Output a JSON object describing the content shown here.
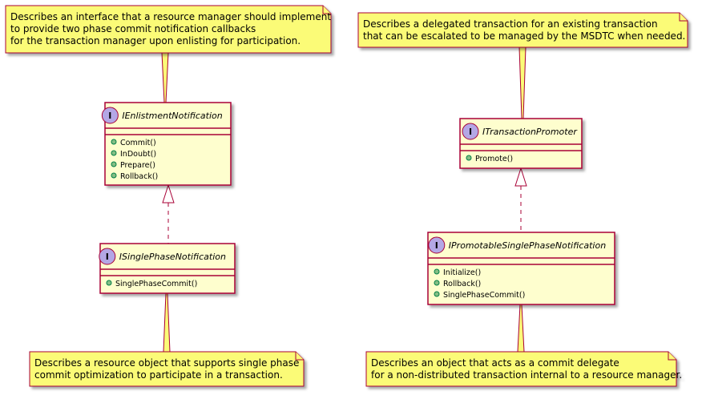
{
  "diagram": {
    "type": "uml-class-diagram",
    "colors": {
      "note_fill": "#FBFB77",
      "note_border": "#A80036",
      "class_fill": "#FEFECE",
      "class_border": "#A80036",
      "interface_badge": "#B4A7E5",
      "method_dot": "#84BE84",
      "link": "#A80036"
    },
    "interface_badge_letter": "I",
    "interfaces": [
      {
        "id": "ienlistment",
        "name": "IEnlistmentNotification",
        "methods": [
          "Commit()",
          "InDoubt()",
          "Prepare()",
          "Rollback()"
        ]
      },
      {
        "id": "isinglephase",
        "name": "ISinglePhaseNotification",
        "methods": [
          "SinglePhaseCommit()"
        ]
      },
      {
        "id": "ipromoter",
        "name": "ITransactionPromoter",
        "methods": [
          "Promote()"
        ]
      },
      {
        "id": "ipromotable",
        "name": "IPromotableSinglePhaseNotification",
        "methods": [
          "Initialize()",
          "Rollback()",
          "SinglePhaseCommit()"
        ]
      }
    ],
    "notes": [
      {
        "id": "note-ienlistment",
        "lines": [
          "Describes an interface that a resource manager should implement",
          "to provide two phase commit notification callbacks",
          "for the transaction manager upon enlisting for participation."
        ]
      },
      {
        "id": "note-ipromoter",
        "lines": [
          "Describes a delegated transaction for an existing transaction",
          "that can be escalated to be managed by the MSDTC when needed."
        ]
      },
      {
        "id": "note-isinglephase",
        "lines": [
          "Describes a resource object that supports single phase",
          "commit optimization to participate in a transaction."
        ]
      },
      {
        "id": "note-ipromotable",
        "lines": [
          "Describes an object that acts as a commit delegate",
          "for a non-distributed transaction internal to a resource manager."
        ]
      }
    ],
    "relations": [
      {
        "from": "isinglephase",
        "to": "ienlistment",
        "kind": "realization"
      },
      {
        "from": "ipromotable",
        "to": "ipromoter",
        "kind": "realization"
      },
      {
        "from": "note-ienlistment",
        "to": "ienlistment",
        "kind": "note-link"
      },
      {
        "from": "note-ipromoter",
        "to": "ipromoter",
        "kind": "note-link"
      },
      {
        "from": "note-isinglephase",
        "to": "isinglephase",
        "kind": "note-link"
      },
      {
        "from": "note-ipromotable",
        "to": "ipromotable",
        "kind": "note-link"
      }
    ]
  }
}
